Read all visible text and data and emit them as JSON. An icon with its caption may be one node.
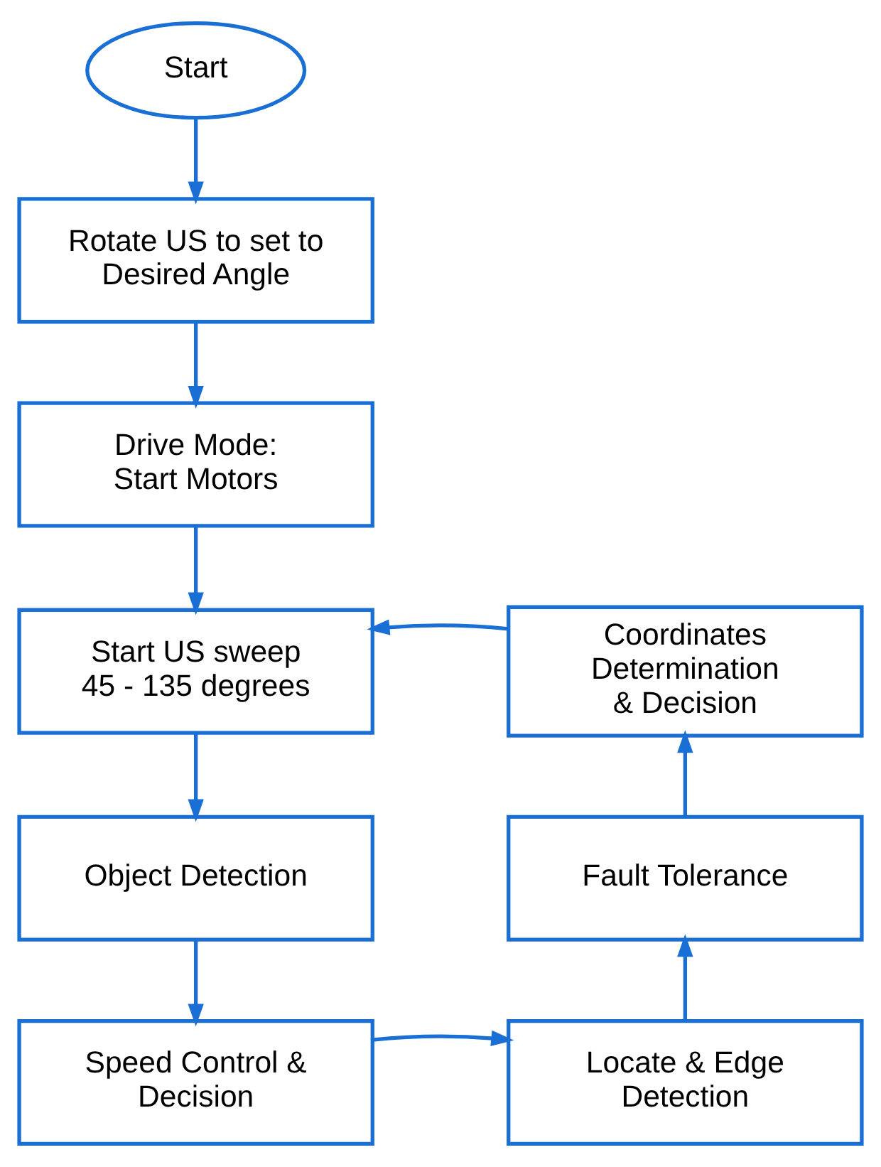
{
  "diagram": {
    "nodes": [
      {
        "text": [
          "Start"
        ]
      },
      {
        "text": [
          "Rotate US to set to Desired Angle"
        ]
      },
      {
        "text": [
          "Drive Mode: Start Motors"
        ]
      },
      {
        "text": [
          "Start US sweep 45 - 135 degrees"
        ]
      },
      {
        "text": [
          "Object Detection"
        ]
      },
      {
        "text": [
          "Speed Control & Decision"
        ]
      },
      {
        "text": [
          "Locate & Edge Detection"
        ]
      },
      {
        "text": [
          "Fault Tolerance"
        ]
      },
      {
        "text": [
          "Coordinates Determination & Decision"
        ]
      }
    ],
    "edges": [
      {
        "from": 0,
        "to": 1,
        "arrow": "to"
      },
      {
        "from": 1,
        "to": 2,
        "arrow": "to"
      },
      {
        "from": 2,
        "to": 3,
        "arrow": "to"
      },
      {
        "from": 3,
        "to": 4,
        "arrow": "to"
      },
      {
        "from": 4,
        "to": 5,
        "arrow": "to"
      },
      {
        "from": 5,
        "to": 6,
        "arrow": "to"
      },
      {
        "from": 6,
        "to": 7,
        "arrow": "to"
      },
      {
        "from": 7,
        "to": 8,
        "arrow": "to"
      },
      {
        "from": 8,
        "to": 3,
        "arrow": "to"
      }
    ]
  }
}
